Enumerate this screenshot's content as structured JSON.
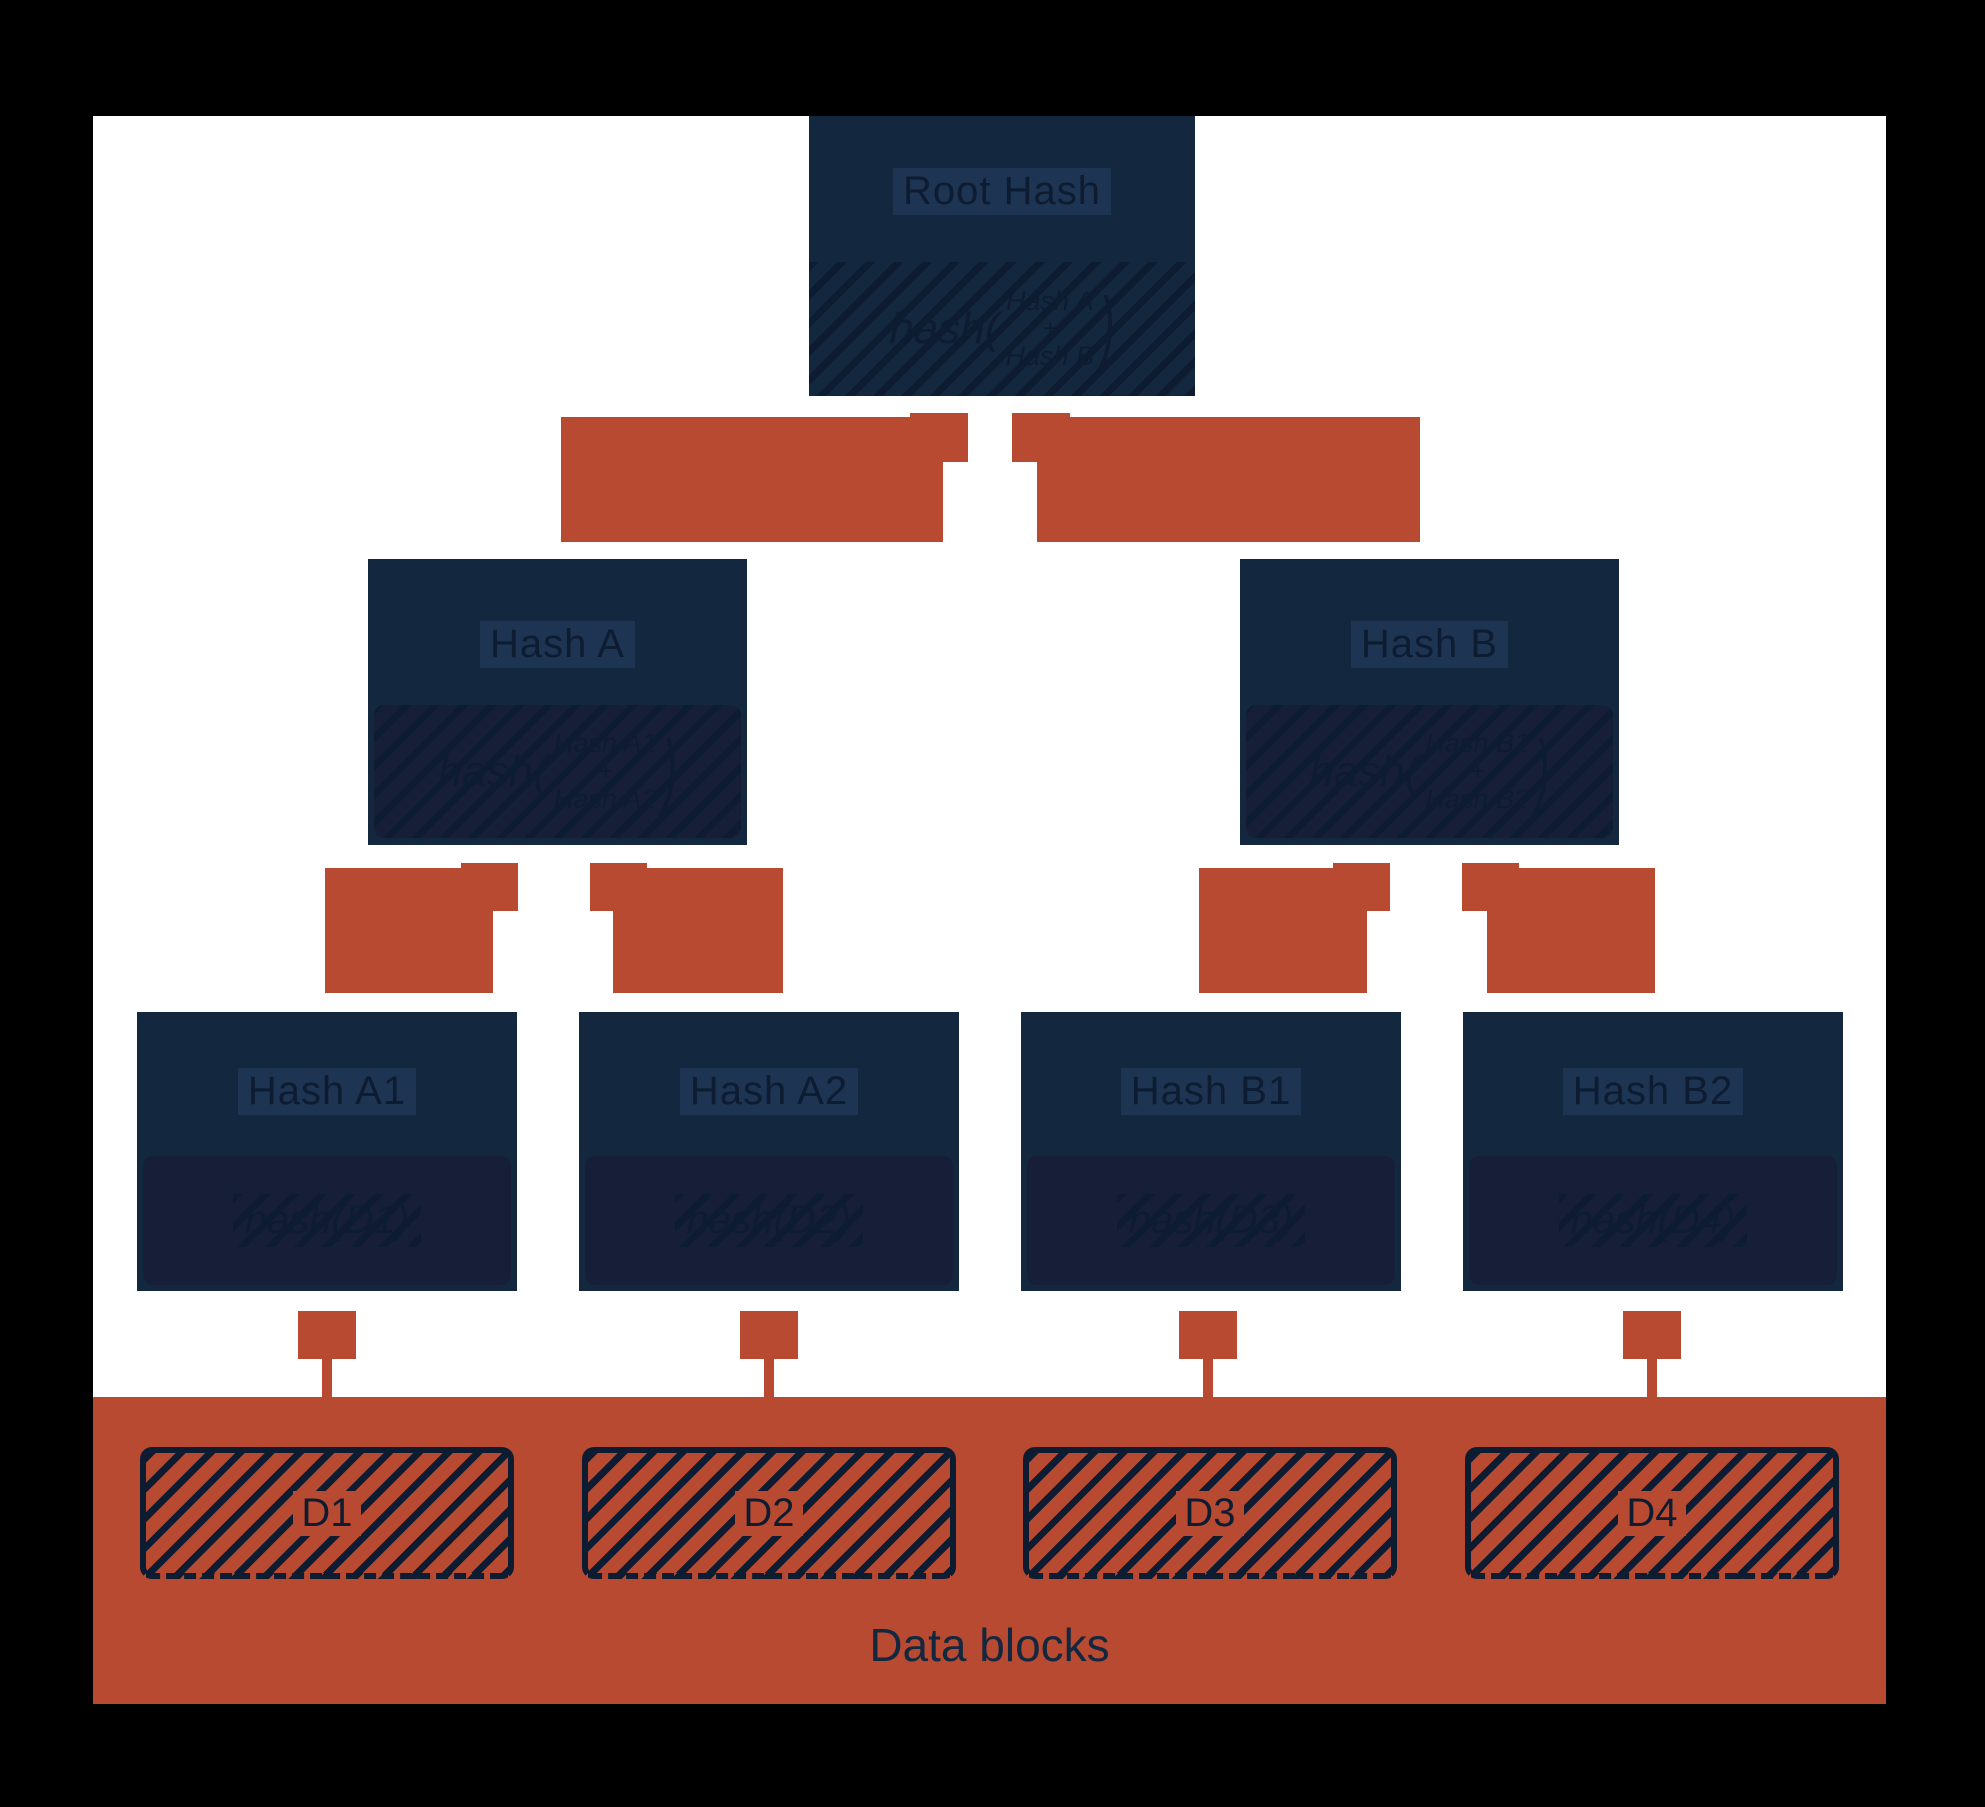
{
  "colors": {
    "black": "#000000",
    "white": "#ffffff",
    "navy": "#13273e",
    "navy-dark": "#0d1c31",
    "navy-inset": "#171f38",
    "title-band": "#1d3453",
    "red": "#b84a32"
  },
  "tree": {
    "root": {
      "title": "Root Hash",
      "formula": {
        "prefix": "hash(",
        "top": "Hash A",
        "op": "+",
        "bottom": "Hash B",
        "suffix": ")"
      }
    },
    "level2": [
      {
        "title": "Hash A",
        "formula": {
          "prefix": "hash(",
          "top": "Hash A1",
          "op": "+",
          "bottom": "Hash A2",
          "suffix": ")"
        }
      },
      {
        "title": "Hash B",
        "formula": {
          "prefix": "hash(",
          "top": "Hash B1",
          "op": "+",
          "bottom": "Hash B2",
          "suffix": ")"
        }
      }
    ],
    "level3": [
      {
        "title": "Hash A1",
        "formula": "hash(D1)"
      },
      {
        "title": "Hash A2",
        "formula": "hash(D2)"
      },
      {
        "title": "Hash B1",
        "formula": "hash(D3)"
      },
      {
        "title": "Hash B2",
        "formula": "hash(D4)"
      }
    ]
  },
  "data_blocks": {
    "label": "Data blocks",
    "blocks": [
      {
        "label": "D1"
      },
      {
        "label": "D2"
      },
      {
        "label": "D3"
      },
      {
        "label": "D4"
      }
    ]
  }
}
